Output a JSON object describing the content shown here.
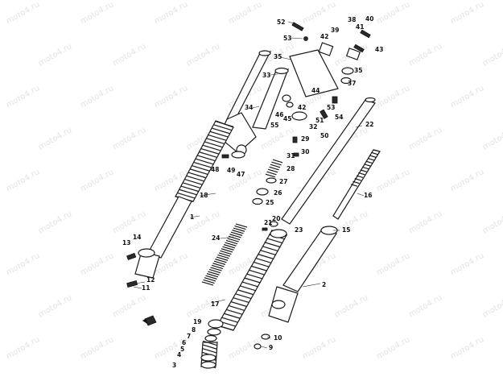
{
  "watermark": "moto4.ru",
  "callouts": {
    "c1": "1",
    "c2": "2",
    "c3": "3",
    "c4": "4",
    "c5": "5",
    "c6": "6",
    "c7": "7",
    "c8": "8",
    "c9": "9",
    "c10": "10",
    "c11": "11",
    "c12": "12",
    "c13": "13",
    "c14": "14",
    "c15": "15",
    "c16": "16",
    "c17": "17",
    "c18": "18",
    "c19": "19",
    "c20": "20",
    "c21": "21",
    "c22": "22",
    "c23": "23",
    "c24": "24",
    "c25": "25",
    "c26": "26",
    "c27": "27",
    "c28": "28",
    "c29": "29",
    "c30": "30",
    "c31": "31",
    "c32": "32",
    "c33": "33",
    "c34": "34",
    "c35a": "35",
    "c35b": "35",
    "c37": "37",
    "c38": "38",
    "c39": "39",
    "c40": "40",
    "c41": "41",
    "c42a": "42",
    "c42b": "42",
    "c43": "43",
    "c44": "44",
    "c45": "45",
    "c46": "46",
    "c47": "47",
    "c48": "48",
    "c49": "49",
    "c50": "50",
    "c51": "51",
    "c52": "52",
    "c53a": "53",
    "c53b": "53",
    "c54": "54",
    "c55": "55"
  }
}
